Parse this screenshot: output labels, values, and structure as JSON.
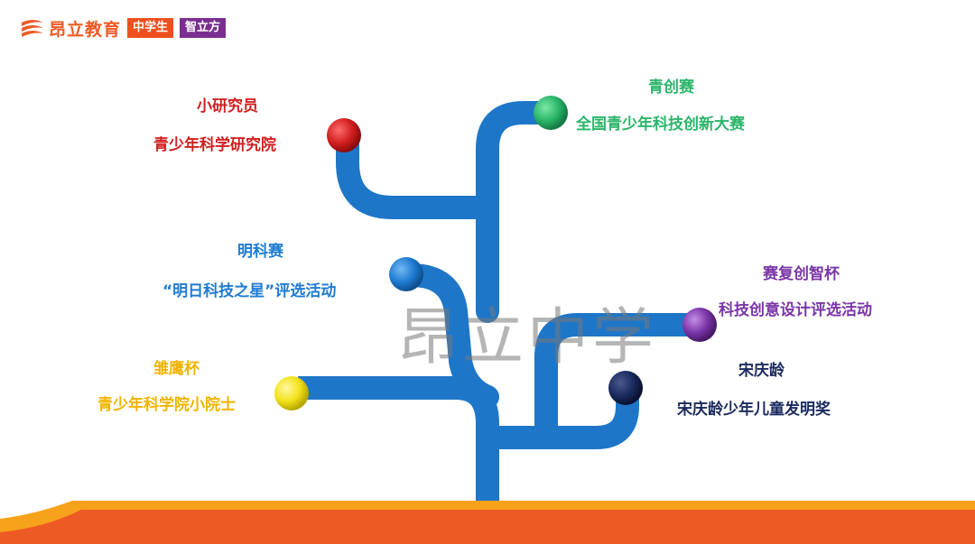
{
  "header": {
    "brand": "昂立教育",
    "tag_middle_school": "中学生",
    "tag_zhilifang": "智立方"
  },
  "watermark": "昂立中学",
  "competitions": [
    {
      "name": "小研究员",
      "full": "青少年科学研究院",
      "color": "#d11f1f"
    },
    {
      "name": "青创赛",
      "full": "全国青少年科技创新大赛",
      "color": "#2bb56a"
    },
    {
      "name": "明科赛",
      "full": "“明日科技之星”评选活动",
      "color": "#1f7bd1"
    },
    {
      "name": "赛复创智杯",
      "full": "科技创意设计评选活动",
      "color": "#7a35a8"
    },
    {
      "name": "雏鹰杯",
      "full": "青少年科学院小院士",
      "color": "#f0b400"
    },
    {
      "name": "宋庆龄",
      "full": "宋庆龄少年儿童发明奖",
      "color": "#1a2a5e"
    }
  ],
  "colors": {
    "trunk": "#1e76c8",
    "banner_orange": "#ee5a24",
    "banner_yellow": "#f7a21b",
    "brand": "#ee5a24"
  }
}
